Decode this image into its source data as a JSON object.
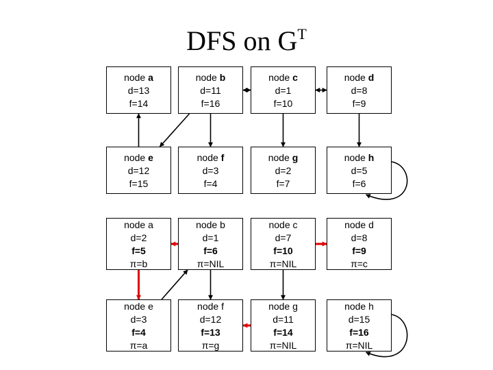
{
  "title": {
    "text": "DFS on G",
    "sup": "T"
  },
  "grids": [
    {
      "rows": [
        [
          {
            "id": "a",
            "label": "node",
            "name": "a",
            "d": "d=13",
            "f": "f=14"
          },
          {
            "id": "b",
            "label": "node",
            "name": "b",
            "d": "d=11",
            "f": "f=16"
          },
          {
            "id": "c",
            "label": "node",
            "name": "c",
            "d": "d=1",
            "f": "f=10"
          },
          {
            "id": "d",
            "label": "node",
            "name": "d",
            "d": "d=8",
            "f": "f=9"
          }
        ],
        [
          {
            "id": "e",
            "label": "node",
            "name": "e",
            "d": "d=12",
            "f": "f=15"
          },
          {
            "id": "f",
            "label": "node",
            "name": "f",
            "d": "d=3",
            "f": "f=4"
          },
          {
            "id": "g",
            "label": "node",
            "name": "g",
            "d": "d=2",
            "f": "f=7"
          },
          {
            "id": "h",
            "label": "node",
            "name": "h",
            "d": "d=5",
            "f": "f=6"
          }
        ]
      ]
    },
    {
      "rows": [
        [
          {
            "id": "a",
            "label": "node a",
            "d": "d=2",
            "f": "f=5",
            "pi": "π=b"
          },
          {
            "id": "b",
            "label": "node b",
            "d": "d=1",
            "f": "f=6",
            "pi": "π=NIL"
          },
          {
            "id": "c",
            "label": "node c",
            "d": "d=7",
            "f": "f=10",
            "pi": "π=NIL"
          },
          {
            "id": "d",
            "label": "node d",
            "d": "d=8",
            "f": "f=9",
            "pi": "π=c"
          }
        ],
        [
          {
            "id": "e",
            "label": "node e",
            "d": "d=3",
            "f": "f=4",
            "pi": "π=a"
          },
          {
            "id": "f",
            "label": "node f",
            "d": "d=12",
            "f": "f=13",
            "pi": "π=g"
          },
          {
            "id": "g",
            "label": "node g",
            "d": "d=11",
            "f": "f=14",
            "pi": "π=NIL"
          },
          {
            "id": "h",
            "label": "node h",
            "d": "d=15",
            "f": "f=16",
            "pi": "π=NIL"
          }
        ]
      ]
    }
  ],
  "edges": [
    {
      "grid": 0,
      "from": "e",
      "to": "a",
      "color": "#000000"
    },
    {
      "grid": 0,
      "from": "b",
      "to": "e",
      "color": "#000000"
    },
    {
      "grid": 0,
      "from": "b",
      "to": "f",
      "color": "#000000"
    },
    {
      "grid": 0,
      "from": "c",
      "to": "b",
      "color": "#000000",
      "twoway": true
    },
    {
      "grid": 0,
      "from": "c",
      "to": "d",
      "color": "#000000",
      "twoway": true
    },
    {
      "grid": 0,
      "from": "c",
      "to": "g",
      "color": "#000000"
    },
    {
      "grid": 0,
      "from": "d",
      "to": "h",
      "color": "#000000"
    },
    {
      "grid": 0,
      "from": "h",
      "to": "h",
      "color": "#000000",
      "loop": true
    },
    {
      "grid": 1,
      "from": "b",
      "to": "a",
      "color": "#e00000"
    },
    {
      "grid": 1,
      "from": "a",
      "to": "e",
      "color": "#e00000"
    },
    {
      "grid": 1,
      "from": "e",
      "to": "b",
      "color": "#000000"
    },
    {
      "grid": 1,
      "from": "b",
      "to": "f",
      "color": "#000000"
    },
    {
      "grid": 1,
      "from": "g",
      "to": "f",
      "color": "#e00000"
    },
    {
      "grid": 1,
      "from": "c",
      "to": "d",
      "color": "#e00000"
    },
    {
      "grid": 1,
      "from": "c",
      "to": "g",
      "color": "#000000"
    },
    {
      "grid": 1,
      "from": "h",
      "to": "h",
      "color": "#000000",
      "loop": true
    }
  ]
}
